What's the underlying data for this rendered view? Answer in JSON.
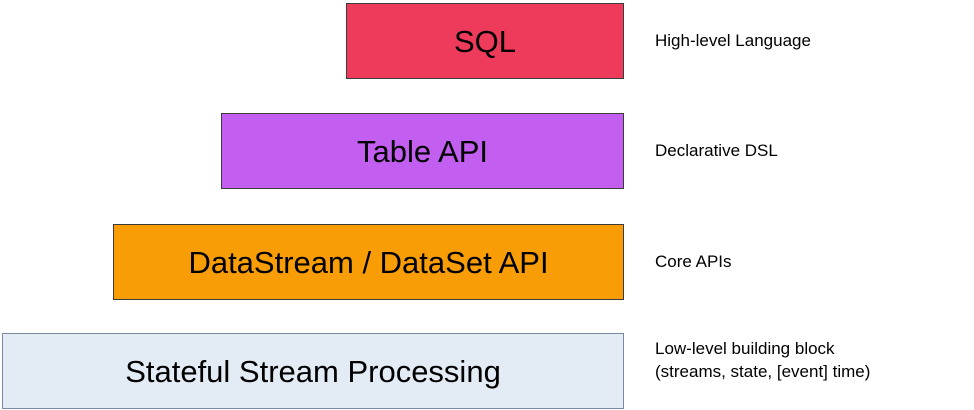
{
  "diagram": {
    "type": "layered-stack",
    "layers": [
      {
        "label": "SQL",
        "annotation": "High-level Language",
        "fill": "#ee3b5b",
        "border": "#3c3c3c"
      },
      {
        "label": "Table API",
        "annotation": "Declarative DSL",
        "fill": "#c25ef0",
        "border": "#3c3c3c"
      },
      {
        "label": "DataStream / DataSet API",
        "annotation": "Core APIs",
        "fill": "#f99d06",
        "border": "#3c3c3c"
      },
      {
        "label": "Stateful Stream Processing",
        "annotation": "Low-level building block\n(streams, state, [event] time)",
        "fill": "#e3ebf5",
        "border": "#7a8ba0"
      }
    ]
  }
}
